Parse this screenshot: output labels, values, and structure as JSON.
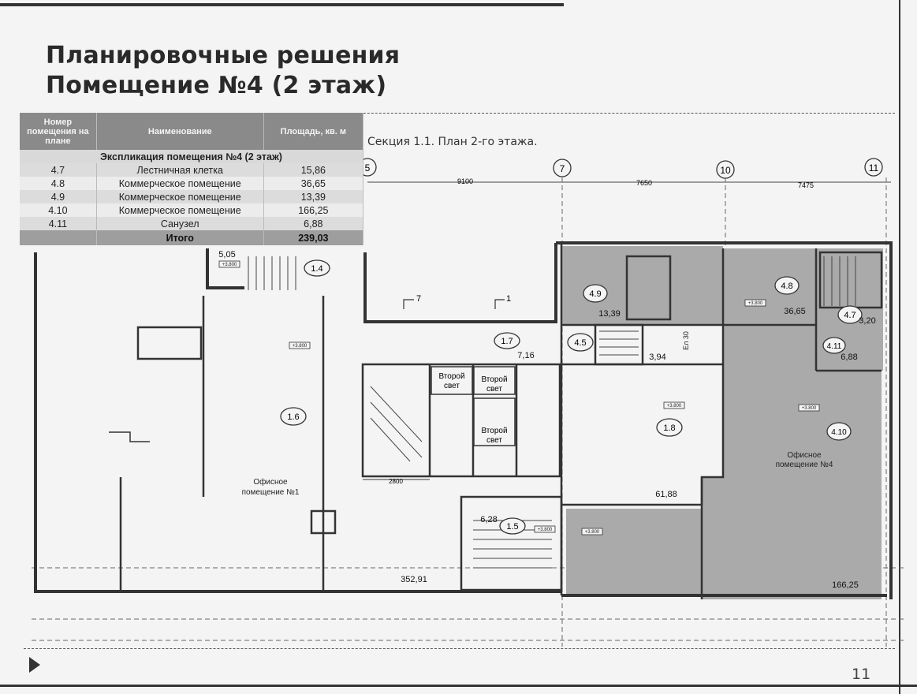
{
  "slide": {
    "title_line1": "Планировочные решения",
    "title_line2": "Помещение №4 (2 этаж)",
    "caption": "Секция 1.1. План 2-го этажа.",
    "page_number": "11"
  },
  "table": {
    "headers": [
      "Номер помещения на плане",
      "Наименование",
      "Площадь, кв. м"
    ],
    "caption": "Экспликация помещения №4 (2 этаж)",
    "rows": [
      [
        "4.7",
        "Лестничная клетка",
        "15,86"
      ],
      [
        "4.8",
        "Коммерческое помещение",
        "36,65"
      ],
      [
        "4.9",
        "Коммерческое помещение",
        "13,39"
      ],
      [
        "4.10",
        "Коммерческое помещение",
        "166,25"
      ],
      [
        "4.11",
        "Санузел",
        "6,88"
      ]
    ],
    "total_label": "Итого",
    "total_value": "239,03"
  },
  "plan": {
    "axes": [
      "5",
      "7",
      "10",
      "11"
    ],
    "dimensions": [
      "9100",
      "7650",
      "7475"
    ],
    "dim_bottom": "2800",
    "rooms": {
      "r14": "1.4",
      "r17": "1.7",
      "r45": "4.5",
      "r49": "4.9",
      "r48": "4.8",
      "r47": "4.7",
      "r411": "4.11",
      "r16": "1.6",
      "r18": "1.8",
      "r410": "4.10",
      "r15": "1.5"
    },
    "areas": {
      "a_505": "5,05",
      "a_716": "7,16",
      "a_394": "3,94",
      "a_1339": "13,39",
      "a_3665": "36,65",
      "a_320": "3,20",
      "a_688": "6,88",
      "a_6188": "61,88",
      "a_628": "6,28",
      "a_35291": "352,91",
      "a_16625": "166,25"
    },
    "labels": {
      "office1_l1": "Офисное",
      "office1_l2": "помещение №1",
      "office4_l1": "Офисное",
      "office4_l2": "помещение №4",
      "light_l1": "Второй",
      "light_l2": "свет",
      "el": "Eл 30",
      "sec_7": "7",
      "sec_1": "1",
      "level": "+3.800"
    }
  },
  "colors": {
    "shaded_room": "#a9a9a9",
    "table_header": "#8a8a8a",
    "wall": "#333333"
  }
}
